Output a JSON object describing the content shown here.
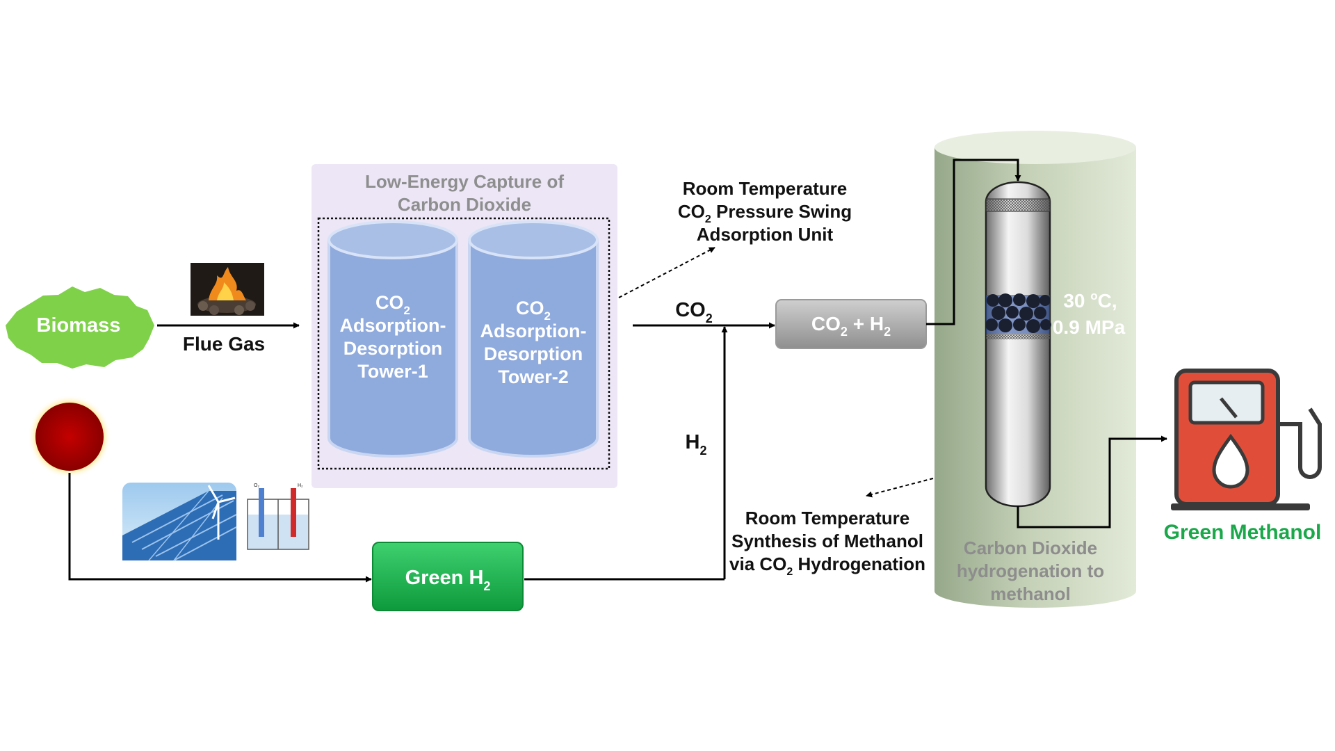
{
  "biomass": {
    "label": "Biomass"
  },
  "flue_gas": {
    "label": "Flue Gas"
  },
  "capture": {
    "title_line1": "Low-Energy Capture of",
    "title_line2": "Carbon Dioxide",
    "tower1": {
      "co": "CO",
      "sub": "2",
      "line2": "Adsorption-",
      "line3": "Desorption",
      "line4": "Tower-1"
    },
    "tower2": {
      "co": "CO",
      "sub": "2",
      "line2": "Adsorption-",
      "line3": "Desorption",
      "line4": "Tower-2"
    }
  },
  "psa_note": {
    "line1": "Room Temperature",
    "line2_pre": "CO",
    "line2_sub": "2",
    "line2_post": " Pressure Swing",
    "line3": "Adsorption Unit"
  },
  "co2_stream": {
    "pre": "CO",
    "sub": "2"
  },
  "h2_stream": {
    "pre": "H",
    "sub": "2"
  },
  "mixer": {
    "co": "CO",
    "sub1": "2",
    "plus": " + H",
    "sub2": "2"
  },
  "green_h2": {
    "pre": "Green H",
    "sub": "2"
  },
  "synthesis_note": {
    "line1": "Room Temperature",
    "line2": "Synthesis of Methanol",
    "line3_pre": "via CO",
    "line3_sub": "2",
    "line3_post": " Hydrogenation"
  },
  "conditions": {
    "line1_pre": "30 ",
    "line1_sup": "o",
    "line1_post": "C,",
    "line2": "0.9 MPa"
  },
  "reactor": {
    "line1": "Carbon Dioxide",
    "line2": "hydrogenation to",
    "line3": "methanol"
  },
  "product": {
    "label": "Green Methanol"
  },
  "colors": {
    "biomass_green": "#7fd14a",
    "tower_blue": "#8faadc",
    "capture_bg": "#ece6f6",
    "green_h2": "#14b14b",
    "product_green": "#1aa84a",
    "pump_red": "#e04e39",
    "sun_red": "#a80000"
  },
  "icons": [
    "campfire-icon",
    "sun-icon",
    "solar-wind-icon",
    "electrolyzer-icon",
    "fuel-pump-icon"
  ]
}
